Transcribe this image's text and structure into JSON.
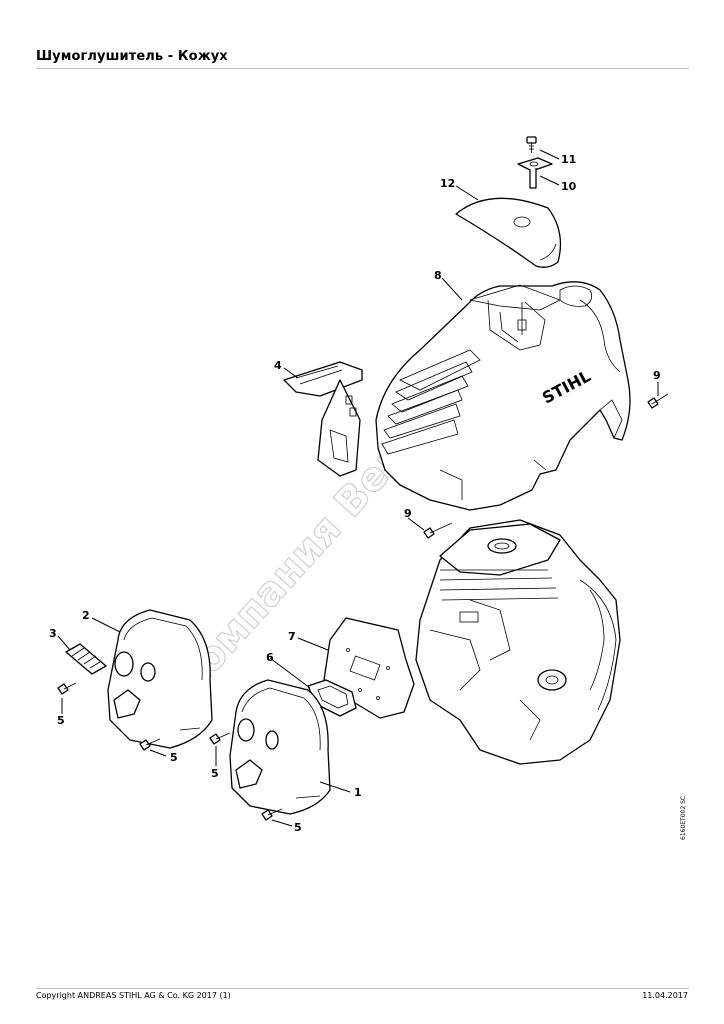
{
  "header": {
    "title": "Шумоглушитель - Кожух"
  },
  "footer": {
    "copyright": "Copyright ANDREAS STIHL AG & Co. KG 2017 (1)",
    "date": "11.04.2017"
  },
  "diagram": {
    "drawing_code": "6160ET002 SC",
    "brand_mark": "STIHL",
    "watermark": "Компания Вектор",
    "callouts": [
      "11",
      "10",
      "12",
      "8",
      "4",
      "9",
      "9",
      "2",
      "3",
      "7",
      "6",
      "5",
      "5",
      "5",
      "1",
      "5"
    ]
  }
}
